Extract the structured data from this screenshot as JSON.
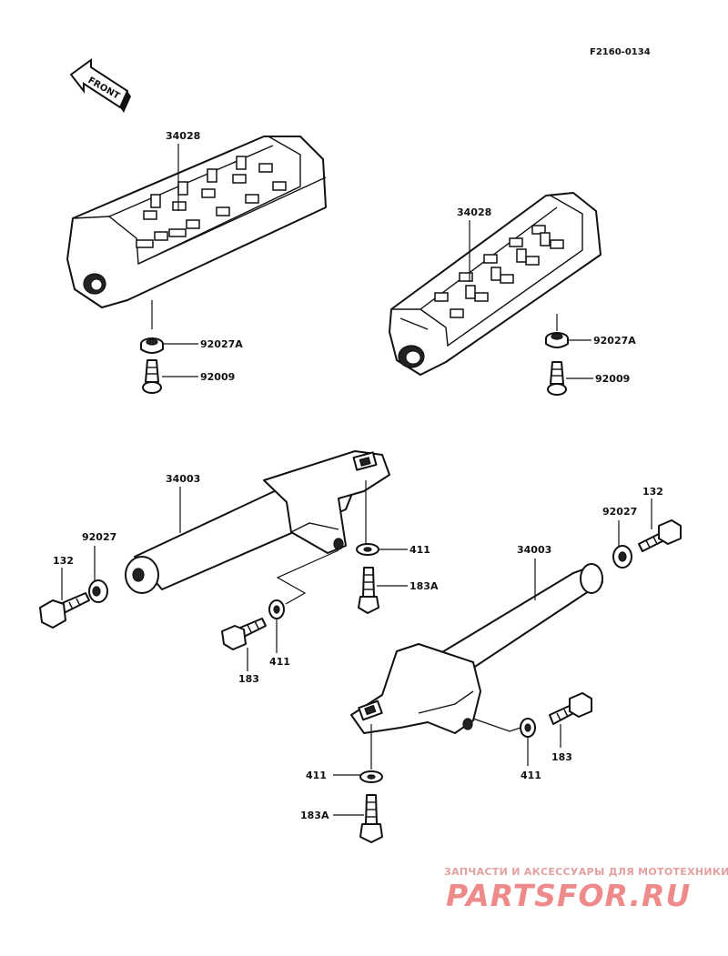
{
  "diagram": {
    "code": "F2160-0134",
    "front_label": "FRONT",
    "labels": {
      "rubber_left": "34028",
      "rubber_right": "34028",
      "grommet_left": "92027A",
      "grommet_right": "92027A",
      "pin_left": "92009",
      "pin_right": "92009",
      "bracket_left": "34003",
      "bracket_right": "34003",
      "washer_left_top": "411",
      "bolt_left_top": "183A",
      "washer_left_end": "92027",
      "bolt_left_end": "132",
      "bolt_left_mid": "183",
      "washer_left_mid": "411",
      "washer_right_end": "92027",
      "bolt_right_end": "132",
      "washer_right_mid": "411",
      "bolt_right_mid": "183",
      "washer_right_bottom": "411",
      "bolt_right_bottom": "183A"
    }
  },
  "watermark": {
    "top_text": "ЗАПЧАСТИ И АКСЕССУАРЫ ДЛЯ МОТОТЕХНИКИ",
    "brand": "PARTSFOR.RU"
  }
}
